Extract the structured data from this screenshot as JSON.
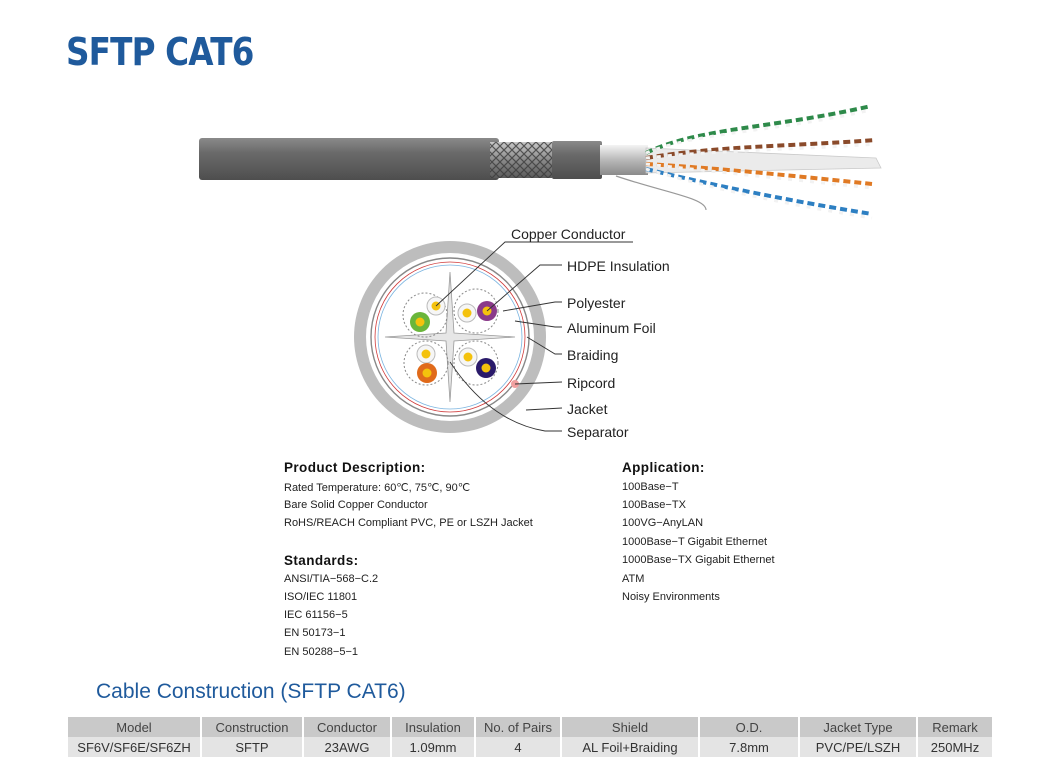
{
  "page": {
    "title": "SFTP CAT6"
  },
  "diagram": {
    "callouts": [
      "Copper Conductor",
      "HDPE Insulation",
      "Polyester",
      "Aluminum Foil",
      "Braiding",
      "Ripcord",
      "Jacket",
      "Separator"
    ]
  },
  "description": {
    "heading": "Product Description:",
    "lines": [
      "Rated Temperature: 60℃, 75℃, 90℃",
      "Bare Solid Copper Conductor",
      "RoHS/REACH Compliant PVC, PE or LSZH Jacket"
    ]
  },
  "standards": {
    "heading": "Standards:",
    "lines": [
      "ANSI/TIA−568−C.2",
      "ISO/IEC 11801",
      "IEC 61156−5",
      "EN 50173−1",
      "EN 50288−5−1"
    ]
  },
  "application": {
    "heading": "Application:",
    "lines": [
      "100Base−T",
      "100Base−TX",
      "100VG−AnyLAN",
      "1000Base−T Gigabit Ethernet",
      "1000Base−TX Gigabit Ethernet",
      "ATM",
      "Noisy Environments"
    ]
  },
  "construction": {
    "title": "Cable Construction (SFTP CAT6)",
    "headers": [
      "Model",
      "Construction",
      "Conductor",
      "Insulation",
      "No. of Pairs",
      "Shield",
      "O.D.",
      "Jacket Type",
      "Remark"
    ],
    "row": [
      "SF6V/SF6E/SF6ZH",
      "SFTP",
      "23AWG",
      "1.09mm",
      "4",
      "AL Foil+Braiding",
      "7.8mm",
      "PVC/PE/LSZH",
      "250MHz"
    ]
  },
  "colors": {
    "brand_blue": "#1f5a9c",
    "jacket_gray": "#6e6e6e",
    "header_gray": "#c9c9c9",
    "cell_gray": "#e4e4e4"
  }
}
